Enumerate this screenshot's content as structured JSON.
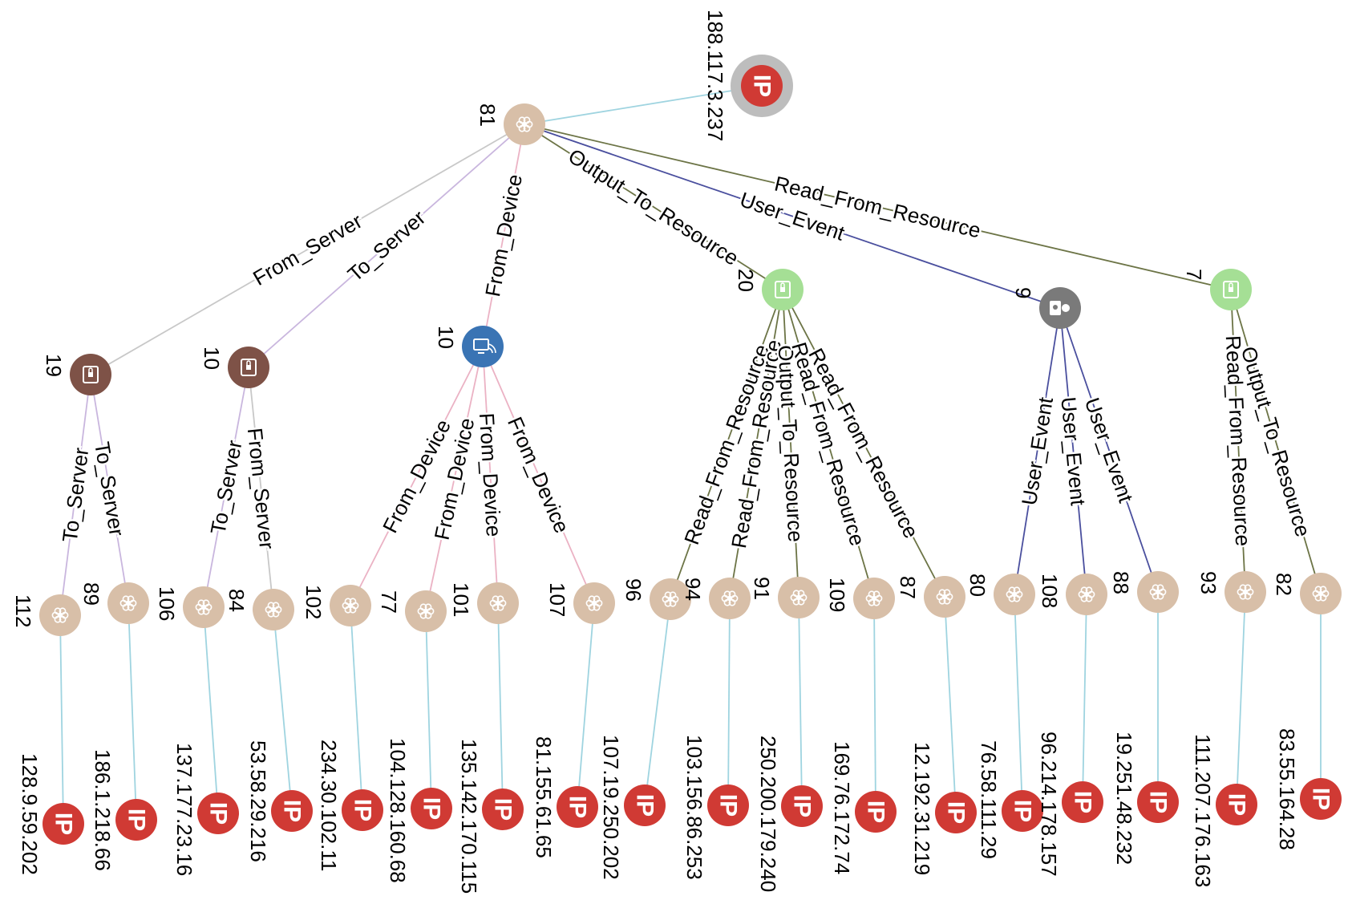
{
  "colors": {
    "ip": "#d03a34",
    "ip_ring": "#bdbdbd",
    "hub": "#d8bfa8",
    "server": "#7e5247",
    "device": "#3a74b4",
    "resource": "#a5df95",
    "user": "#7a7a7a",
    "edge_ip": "#9fd4e0",
    "edge_server": "#c9b6de",
    "edge_from_server": "#c8c8c8",
    "edge_device": "#ebb2c4",
    "edge_resource": "#6c7446",
    "edge_user": "#4a4f9e"
  },
  "nodes": [
    {
      "id": "ip-root",
      "type": "ip",
      "label": "188.117.3.237",
      "ring": true
    },
    {
      "id": "h81",
      "type": "hub",
      "label": "81"
    },
    {
      "id": "s19",
      "type": "server",
      "label": "19"
    },
    {
      "id": "s10",
      "type": "server",
      "label": "10"
    },
    {
      "id": "d10",
      "type": "device",
      "label": "10"
    },
    {
      "id": "r20",
      "type": "resource",
      "label": "20"
    },
    {
      "id": "u9",
      "type": "user",
      "label": "9"
    },
    {
      "id": "r7",
      "type": "resource",
      "label": "7"
    },
    {
      "id": "h112",
      "type": "hub",
      "label": "112"
    },
    {
      "id": "h89",
      "type": "hub",
      "label": "89"
    },
    {
      "id": "h106",
      "type": "hub",
      "label": "106"
    },
    {
      "id": "h84",
      "type": "hub",
      "label": "84"
    },
    {
      "id": "h102",
      "type": "hub",
      "label": "102"
    },
    {
      "id": "h77",
      "type": "hub",
      "label": "77"
    },
    {
      "id": "h101",
      "type": "hub",
      "label": "101"
    },
    {
      "id": "h107",
      "type": "hub",
      "label": "107"
    },
    {
      "id": "h96",
      "type": "hub",
      "label": "96"
    },
    {
      "id": "h94",
      "type": "hub",
      "label": "94"
    },
    {
      "id": "h91",
      "type": "hub",
      "label": "91"
    },
    {
      "id": "h109",
      "type": "hub",
      "label": "109"
    },
    {
      "id": "h87",
      "type": "hub",
      "label": "87"
    },
    {
      "id": "h80",
      "type": "hub",
      "label": "80"
    },
    {
      "id": "h108",
      "type": "hub",
      "label": "108"
    },
    {
      "id": "h88",
      "type": "hub",
      "label": "88"
    },
    {
      "id": "h93",
      "type": "hub",
      "label": "93"
    },
    {
      "id": "h82",
      "type": "hub",
      "label": "82"
    },
    {
      "id": "ip1",
      "type": "ip",
      "label": "128.9.59.202"
    },
    {
      "id": "ip2",
      "type": "ip",
      "label": "186.1.218.66"
    },
    {
      "id": "ip3",
      "type": "ip",
      "label": "137.177.23.16"
    },
    {
      "id": "ip4",
      "type": "ip",
      "label": "53.58.29.216"
    },
    {
      "id": "ip5",
      "type": "ip",
      "label": "234.30.102.11"
    },
    {
      "id": "ip6",
      "type": "ip",
      "label": "104.128.160.68"
    },
    {
      "id": "ip7",
      "type": "ip",
      "label": "135.142.170.115"
    },
    {
      "id": "ip8",
      "type": "ip",
      "label": "81.155.61.65"
    },
    {
      "id": "ip9",
      "type": "ip",
      "label": "107.19.250.202"
    },
    {
      "id": "ip10",
      "type": "ip",
      "label": "103.156.86.253"
    },
    {
      "id": "ip11",
      "type": "ip",
      "label": "250.200.179.240"
    },
    {
      "id": "ip12",
      "type": "ip",
      "label": "169.76.172.74"
    },
    {
      "id": "ip13",
      "type": "ip",
      "label": "12.192.31.219"
    },
    {
      "id": "ip14",
      "type": "ip",
      "label": "76.58.111.29"
    },
    {
      "id": "ip15",
      "type": "ip",
      "label": "96.214.178.157"
    },
    {
      "id": "ip16",
      "type": "ip",
      "label": "19.251.48.232"
    },
    {
      "id": "ip17",
      "type": "ip",
      "label": "111.207.176.163"
    },
    {
      "id": "ip18",
      "type": "ip",
      "label": "83.55.164.28"
    }
  ],
  "edges": [
    {
      "from": "h81",
      "to": "ip-root",
      "kind": "ip",
      "label": ""
    },
    {
      "from": "h81",
      "to": "s19",
      "kind": "from_server",
      "label": "From_Server"
    },
    {
      "from": "h81",
      "to": "s10",
      "kind": "server",
      "label": "To_Server"
    },
    {
      "from": "h81",
      "to": "d10",
      "kind": "device",
      "label": "From_Device"
    },
    {
      "from": "h81",
      "to": "r20",
      "kind": "resource",
      "label": "Output_To_Resource"
    },
    {
      "from": "h81",
      "to": "u9",
      "kind": "user",
      "label": "User_Event"
    },
    {
      "from": "h81",
      "to": "r7",
      "kind": "resource",
      "label": "Read_From_Resource"
    },
    {
      "from": "s19",
      "to": "h112",
      "kind": "server",
      "label": "To_Server"
    },
    {
      "from": "s19",
      "to": "h89",
      "kind": "server",
      "label": "To_Server"
    },
    {
      "from": "s10",
      "to": "h106",
      "kind": "server",
      "label": "To_Server"
    },
    {
      "from": "s10",
      "to": "h84",
      "kind": "from_server",
      "label": "From_Server"
    },
    {
      "from": "d10",
      "to": "h102",
      "kind": "device",
      "label": "From_Device"
    },
    {
      "from": "d10",
      "to": "h77",
      "kind": "device",
      "label": "From_Device"
    },
    {
      "from": "d10",
      "to": "h101",
      "kind": "device",
      "label": "From_Device"
    },
    {
      "from": "d10",
      "to": "h107",
      "kind": "device",
      "label": "From_Device"
    },
    {
      "from": "r20",
      "to": "h96",
      "kind": "resource",
      "label": "Read_From_Resource"
    },
    {
      "from": "r20",
      "to": "h94",
      "kind": "resource",
      "label": "Read_From_Resource"
    },
    {
      "from": "r20",
      "to": "h91",
      "kind": "resource",
      "label": "Output_To_Resource"
    },
    {
      "from": "r20",
      "to": "h109",
      "kind": "resource",
      "label": "Read_From_Resource"
    },
    {
      "from": "r20",
      "to": "h87",
      "kind": "resource",
      "label": "Read_From_Resource"
    },
    {
      "from": "u9",
      "to": "h80",
      "kind": "user",
      "label": "User_Event"
    },
    {
      "from": "u9",
      "to": "h108",
      "kind": "user",
      "label": "User_Event"
    },
    {
      "from": "u9",
      "to": "h88",
      "kind": "user",
      "label": "User_Event"
    },
    {
      "from": "r7",
      "to": "h93",
      "kind": "resource",
      "label": "Read_From_Resource"
    },
    {
      "from": "r7",
      "to": "h82",
      "kind": "resource",
      "label": "Output_To_Resource"
    },
    {
      "from": "h112",
      "to": "ip1",
      "kind": "ip",
      "label": ""
    },
    {
      "from": "h89",
      "to": "ip2",
      "kind": "ip",
      "label": ""
    },
    {
      "from": "h106",
      "to": "ip3",
      "kind": "ip",
      "label": ""
    },
    {
      "from": "h84",
      "to": "ip4",
      "kind": "ip",
      "label": ""
    },
    {
      "from": "h102",
      "to": "ip5",
      "kind": "ip",
      "label": ""
    },
    {
      "from": "h77",
      "to": "ip6",
      "kind": "ip",
      "label": ""
    },
    {
      "from": "h101",
      "to": "ip7",
      "kind": "ip",
      "label": ""
    },
    {
      "from": "h107",
      "to": "ip8",
      "kind": "ip",
      "label": ""
    },
    {
      "from": "h96",
      "to": "ip9",
      "kind": "ip",
      "label": ""
    },
    {
      "from": "h94",
      "to": "ip10",
      "kind": "ip",
      "label": ""
    },
    {
      "from": "h91",
      "to": "ip11",
      "kind": "ip",
      "label": ""
    },
    {
      "from": "h109",
      "to": "ip12",
      "kind": "ip",
      "label": ""
    },
    {
      "from": "h87",
      "to": "ip13",
      "kind": "ip",
      "label": ""
    },
    {
      "from": "h80",
      "to": "ip14",
      "kind": "ip",
      "label": ""
    },
    {
      "from": "h108",
      "to": "ip15",
      "kind": "ip",
      "label": ""
    },
    {
      "from": "h88",
      "to": "ip16",
      "kind": "ip",
      "label": ""
    },
    {
      "from": "h93",
      "to": "ip17",
      "kind": "ip",
      "label": ""
    },
    {
      "from": "h82",
      "to": "ip18",
      "kind": "ip",
      "label": ""
    }
  ],
  "ip_badge_text": "IP"
}
